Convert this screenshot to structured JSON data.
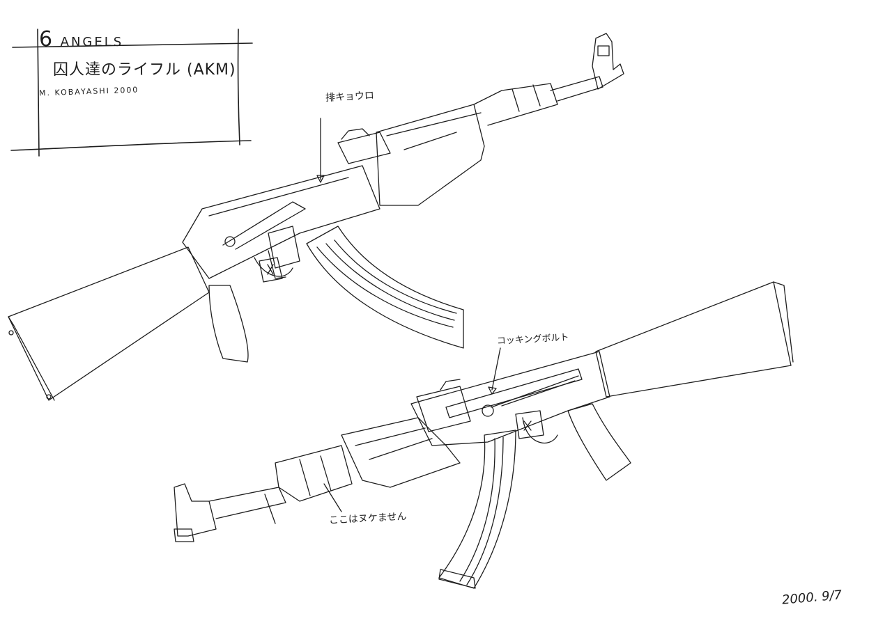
{
  "title_block": {
    "series": "6 ANGELS",
    "series_number": "6",
    "series_name": "ANGELS",
    "subject": "囚人達のライフル (AKM)",
    "credit": "M. KOBAYASHI 2000"
  },
  "annotations": {
    "ejection_port": "排キョウロ",
    "cocking_bolt": "コッキングボルト",
    "no_highlight": "ここはヌケません"
  },
  "date": "2000. 9/7",
  "colors": {
    "paper": "#ffffff",
    "ink": "#1e1e1e"
  }
}
